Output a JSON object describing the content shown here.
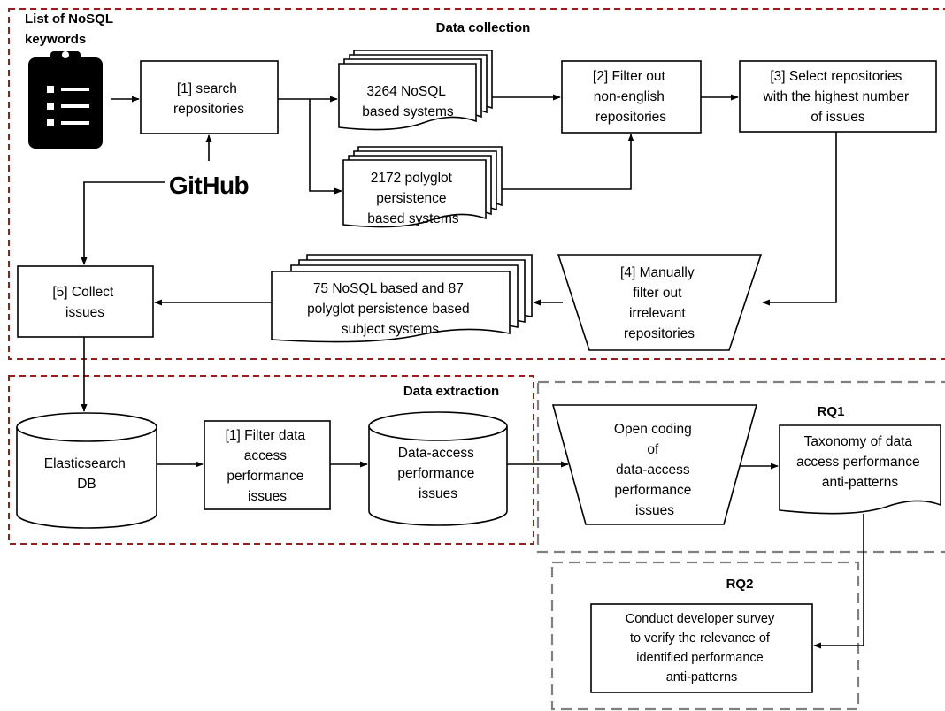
{
  "regions": {
    "data_collection": "Data collection",
    "data_extraction": "Data extraction",
    "rq1": "RQ1",
    "rq2": "RQ2"
  },
  "keywords": {
    "line1": "List of NoSQL",
    "line2": "keywords",
    "icon": "clipboard-checklist-icon"
  },
  "github": {
    "text": "GitHub"
  },
  "collection": {
    "search": [
      "[1] search",
      "repositories"
    ],
    "nosql_docs": [
      "3264 NoSQL",
      "based systems"
    ],
    "polyglot_docs": [
      "2172 polyglot",
      "persistence",
      "based systems"
    ],
    "filter_english": [
      "[2] Filter out",
      "non-english",
      "repositories"
    ],
    "select_repos": [
      "[3] Select repositories",
      "with the highest number",
      "of issues"
    ],
    "manual_filter": [
      "[4] Manually",
      "filter out",
      "irrelevant",
      "repositories"
    ],
    "subjects": [
      "75 NoSQL based and 87",
      "polyglot persistence based",
      "subject systems"
    ],
    "collect": [
      "[5] Collect",
      "issues"
    ]
  },
  "extraction": {
    "es_db": [
      "Elasticsearch",
      "DB"
    ],
    "filter_data": [
      "[1] Filter data",
      "access",
      "performance",
      "issues"
    ],
    "da_issues": [
      "Data-access",
      "performance",
      "issues"
    ]
  },
  "rq1_content": {
    "open_coding": [
      "Open coding",
      "of",
      "data-access",
      "performance",
      "issues"
    ],
    "taxonomy": [
      "Taxonomy of data",
      "access performance",
      "anti-patterns"
    ]
  },
  "rq2_content": {
    "survey": [
      "Conduct developer survey",
      "to verify the relevance of",
      "identified performance",
      "anti-patterns"
    ]
  }
}
